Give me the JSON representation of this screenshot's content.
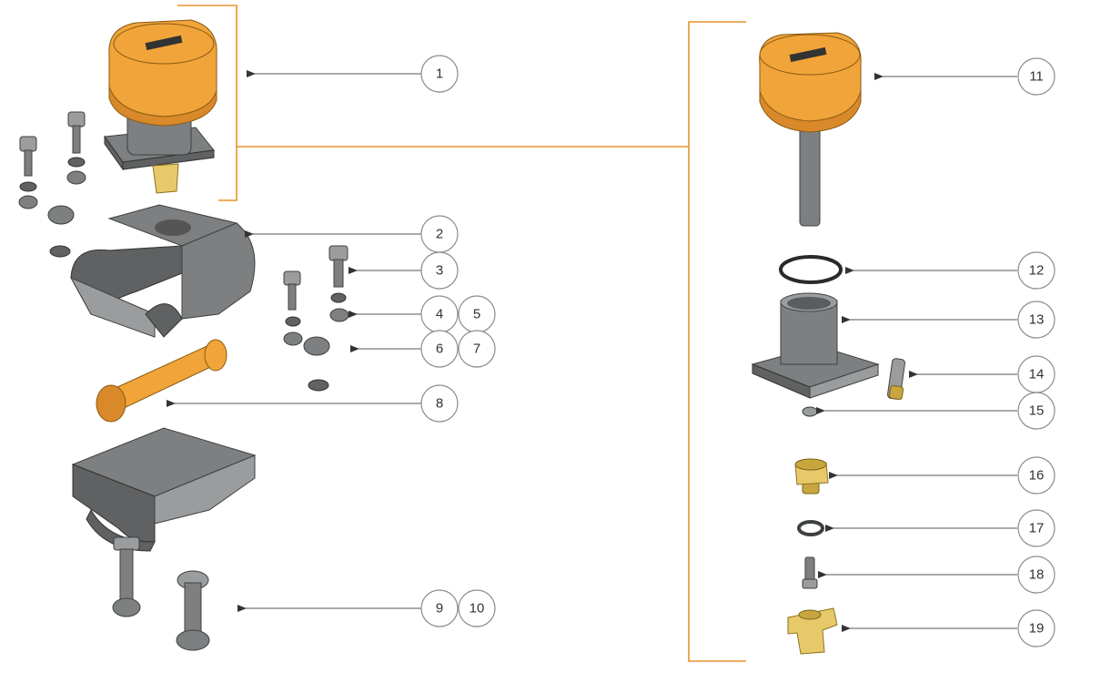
{
  "callouts": {
    "c1": "1",
    "c2": "2",
    "c3": "3",
    "c4": "4",
    "c5": "5",
    "c6": "6",
    "c7": "7",
    "c8": "8",
    "c9": "9",
    "c10": "10",
    "c11": "11",
    "c12": "12",
    "c13": "13",
    "c14": "14",
    "c15": "15",
    "c16": "16",
    "c17": "17",
    "c18": "18",
    "c19": "19"
  },
  "colors": {
    "bracket": "#e8922a",
    "handwheel": "#f0a43a",
    "metal": "#7d7f80",
    "brass": "#e8c96a"
  },
  "icons": {
    "arrow": "left-pointing-leader-arrow"
  }
}
